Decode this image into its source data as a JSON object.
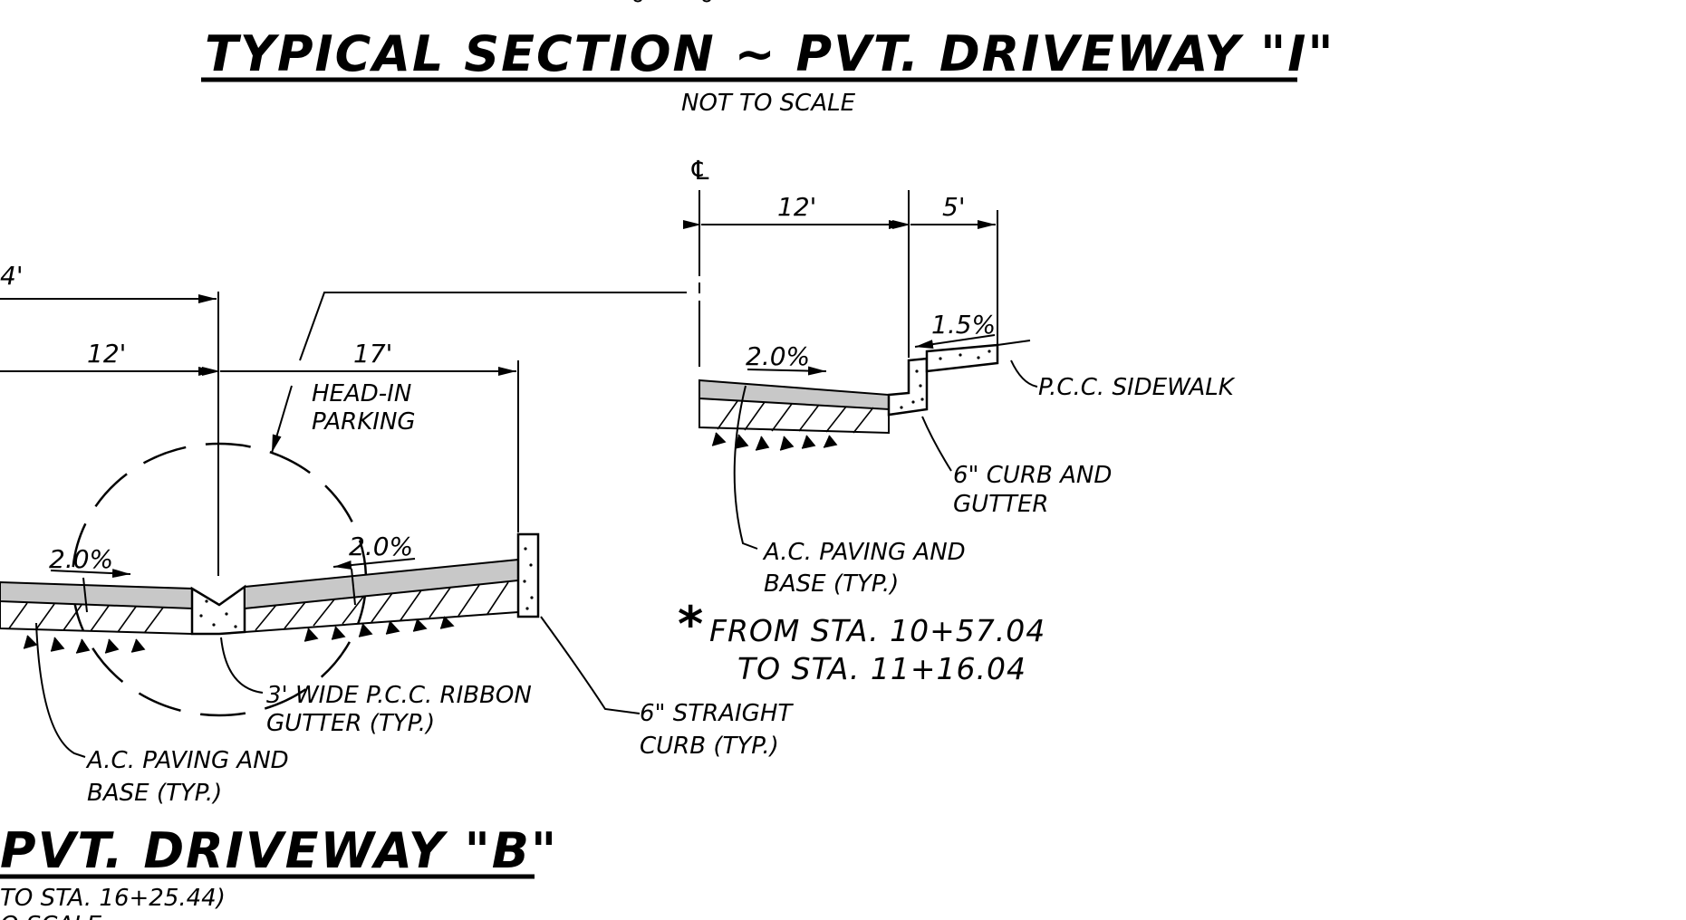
{
  "titles": {
    "driveway_i": "TYPICAL SECTION ~ PVT. DRIVEWAY \"I\"",
    "driveway_i_scale": "NOT TO SCALE",
    "driveway_b": "PVT. DRIVEWAY \"B\"",
    "driveway_b_station": "TO STA. 16+25.44)",
    "driveway_b_scale": "O SCALE"
  },
  "centerline_symbol": "℄",
  "section_i": {
    "dim_left": "12'",
    "dim_right": "5'",
    "slope_road": "2.0%",
    "slope_walk": "1.5%",
    "label_sidewalk": "P.C.C. SIDEWALK",
    "label_curb_line1": "6\" CURB AND",
    "label_curb_line2": "GUTTER",
    "label_paving_line1": "A.C. PAVING AND",
    "label_paving_line2": "BASE (TYP.)"
  },
  "station_note": {
    "asterisk": "*",
    "line1": "FROM STA. 10+57.04",
    "line2": "TO STA. 11+16.04"
  },
  "section_b": {
    "dim_top": "4'",
    "dim_left": "12'",
    "dim_right": "17'",
    "label_parking_line1": "HEAD-IN",
    "label_parking_line2": "PARKING",
    "slope_left": "2.0%",
    "slope_right": "2.0%",
    "label_ribbon_line1": "3' WIDE P.C.C. RIBBON",
    "label_ribbon_line2": "GUTTER (TYP.)",
    "label_straight_curb_line1": "6\" STRAIGHT",
    "label_straight_curb_line2": "CURB (TYP.)",
    "label_paving_line1": "A.C. PAVING AND",
    "label_paving_line2": "BASE (TYP.)"
  }
}
